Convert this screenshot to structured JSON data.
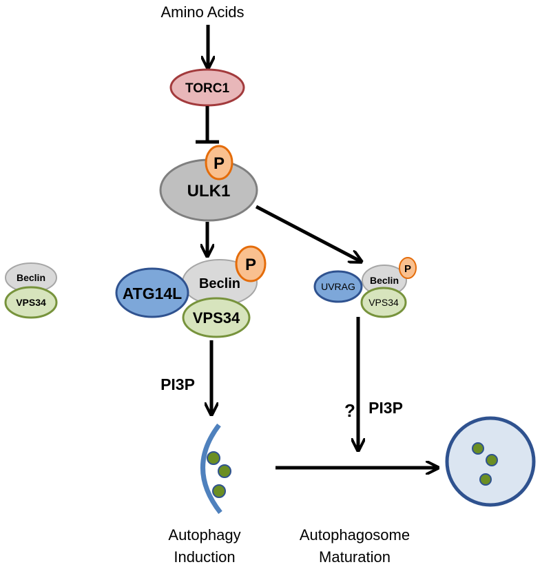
{
  "inputs": {
    "amino_acids": "Amino Acids"
  },
  "proteins": {
    "torc1": "TORC1",
    "ulk1": "ULK1",
    "phospho": "P",
    "atg14l": "ATG14L",
    "beclin": "Beclin",
    "vps34": "VPS34",
    "uvrag": "UVRAG"
  },
  "products": {
    "pi3p": "PI3P",
    "unknown": "?"
  },
  "stages": {
    "induction_line1": "Autophagy",
    "induction_line2": "Induction",
    "maturation_line1": "Autophagosome",
    "maturation_line2": "Maturation"
  },
  "colors": {
    "torc1_fill": "#e8b7b9",
    "torc1_stroke": "#a23a3c",
    "ulk1_fill": "#bfbfbf",
    "ulk1_stroke": "#7f7f7f",
    "phospho_fill": "#f9c08f",
    "phospho_stroke": "#e46c0a",
    "beclin_fill": "#d9d9d9",
    "beclin_stroke": "#a6a6a6",
    "vps34_fill": "#d7e4bd",
    "vps34_stroke": "#77933c",
    "blue_fill": "#7da7d9",
    "blue_stroke": "#2f528f",
    "membrane": "#4f81bd",
    "vesicle_fill": "#dbe5f1",
    "vesicle_stroke": "#2f528f",
    "cargo_fill": "#6b8e23",
    "cargo_stroke": "#2f528f"
  }
}
